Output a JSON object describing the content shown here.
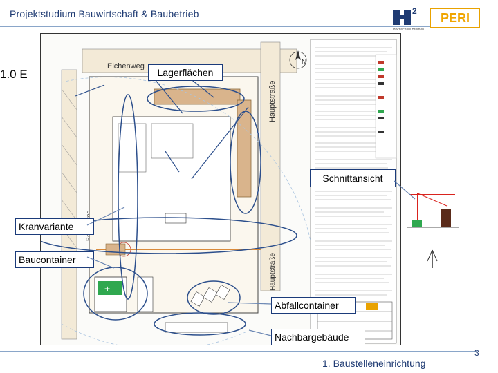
{
  "header": {
    "title": "Projektstudium Bauwirtschaft & Baubetrieb"
  },
  "logos": {
    "h2_text": "Hochschule Bremen",
    "peri_text": "PERI"
  },
  "section": {
    "label": "1.0 E"
  },
  "plan": {
    "street_top": "Eichenweg",
    "street_right": "Hauptstraße",
    "street_right2": "Hauptstraße",
    "street_left": "Bonatzweg",
    "north": "N"
  },
  "callouts": {
    "lagerflaechen": "Lagerflächen",
    "schnittansicht": "Schnittansicht",
    "kranvariante": "Kranvariante",
    "baucontainer": "Baucontainer",
    "abfallcontainer": "Abfallcontainer",
    "nachbargebaeude": "Nachbargebäude"
  },
  "footer": {
    "title": "1. Baustelleneinrichtung",
    "page": "3"
  },
  "colors": {
    "accent": "#1f3b73",
    "peri": "#f0a500",
    "storage": "#d9b48c",
    "green": "#2fa84f"
  }
}
